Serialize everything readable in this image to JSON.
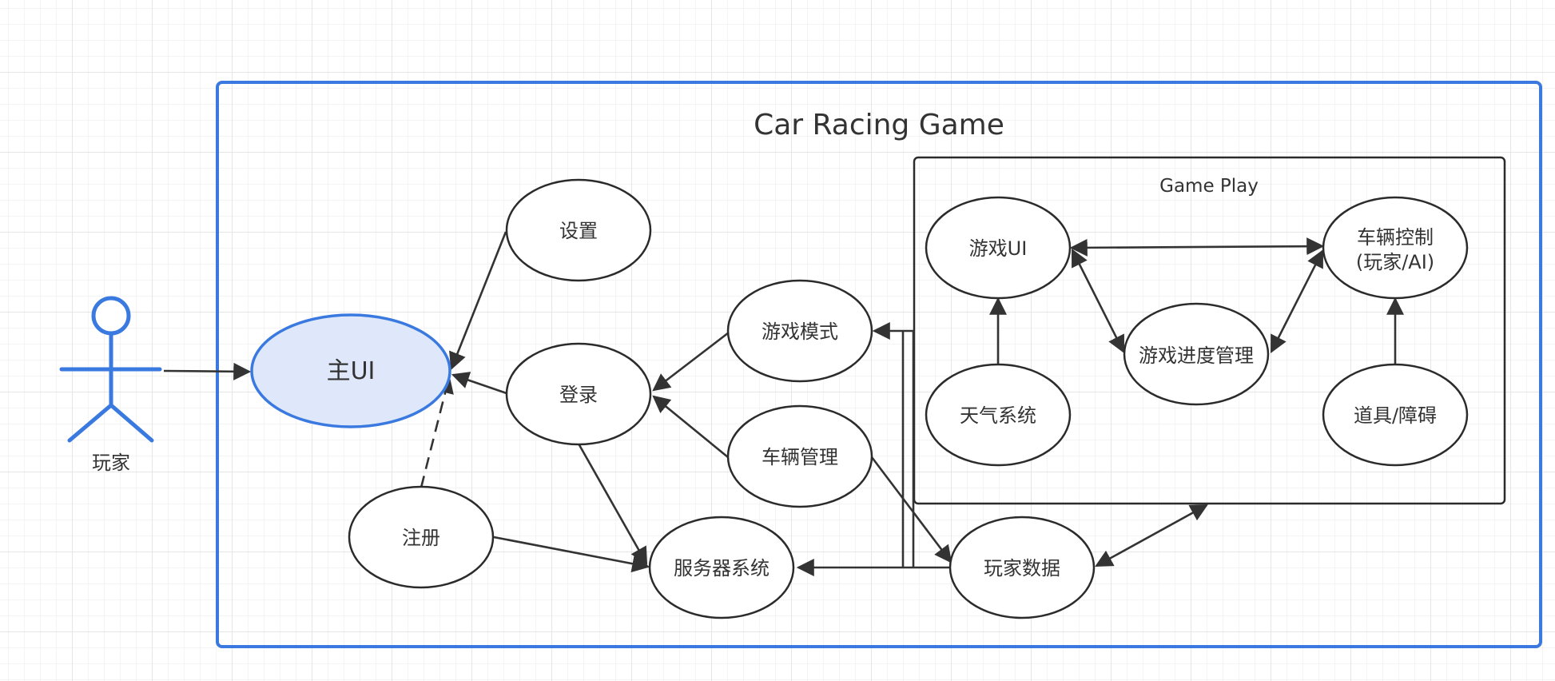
{
  "actor": {
    "label": "玩家",
    "color": "#3a7ae0"
  },
  "system": {
    "title": "Car Racing Game",
    "border_color": "#3a7ae0"
  },
  "subsystem": {
    "title": "Game Play"
  },
  "use_cases": {
    "main_ui": "主UI",
    "settings": "设置",
    "login": "登录",
    "register": "注册",
    "game_mode": "游戏模式",
    "vehicle_mgmt": "车辆管理",
    "server": "服务器系统",
    "player_data": "玩家数据",
    "game_ui": "游戏UI",
    "weather": "天气系统",
    "progress": "游戏进度管理",
    "vehicle_control_line1": "车辆控制",
    "vehicle_control_line2": "(玩家/AI)",
    "items": "道具/障碍"
  },
  "colors": {
    "main_ui_fill": "#dfe8fa",
    "main_ui_stroke": "#3a7ae0",
    "node_stroke": "#2b2b2b",
    "edge": "#333333"
  }
}
